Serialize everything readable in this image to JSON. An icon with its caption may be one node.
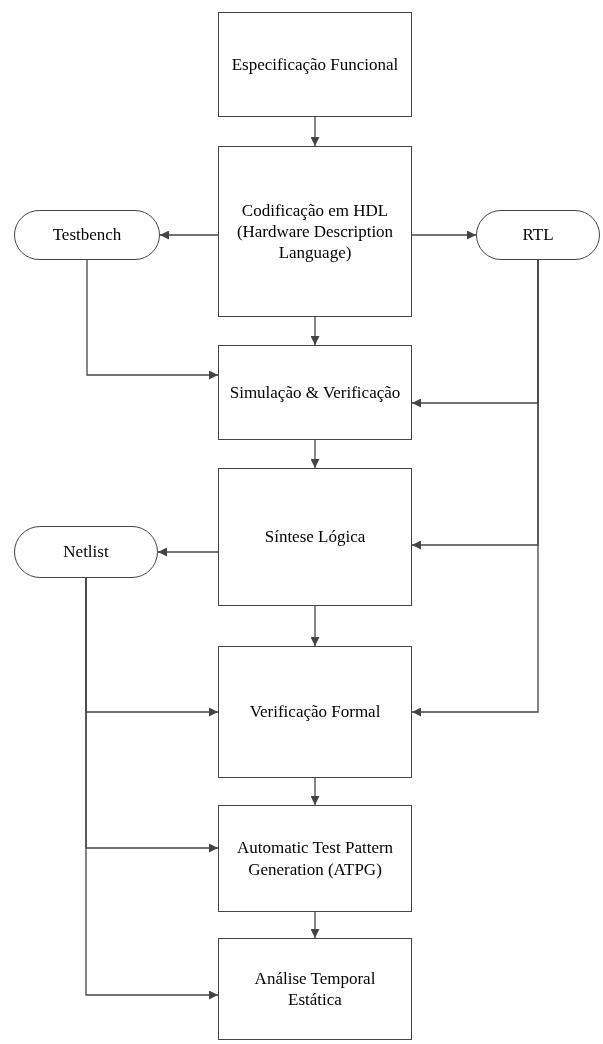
{
  "diagram": {
    "nodes": [
      {
        "text": [
          "Especificação Funcional"
        ]
      },
      {
        "text": [
          "Testbench"
        ]
      },
      {
        "text": [
          "Codificação em HDL (Hardware Description Language)"
        ]
      },
      {
        "text": [
          "RTL"
        ]
      },
      {
        "text": [
          "Simulação & Verificação"
        ]
      },
      {
        "text": [
          "Netlist"
        ]
      },
      {
        "text": [
          "Síntese Lógica"
        ]
      },
      {
        "text": [
          "Verificação Formal"
        ]
      },
      {
        "text": [
          "Automatic Test Pattern Generation (ATPG)"
        ]
      },
      {
        "text": [
          "Análise Temporal Estática"
        ]
      }
    ],
    "edges": [
      {
        "from": 0,
        "to": 2,
        "arrow": "to"
      },
      {
        "from": 2,
        "to": 1,
        "arrow": "to"
      },
      {
        "from": 2,
        "to": 3,
        "arrow": "to"
      },
      {
        "from": 2,
        "to": 4,
        "arrow": "to"
      },
      {
        "from": 1,
        "to": 4,
        "arrow": "to"
      },
      {
        "from": 3,
        "to": 4,
        "arrow": "to"
      },
      {
        "from": 3,
        "to": 6,
        "arrow": "to"
      },
      {
        "from": 3,
        "to": 7,
        "arrow": "to"
      },
      {
        "from": 4,
        "to": 6,
        "arrow": "to"
      },
      {
        "from": 6,
        "to": 5,
        "arrow": "to"
      },
      {
        "from": 6,
        "to": 7,
        "arrow": "to"
      },
      {
        "from": 5,
        "to": 7,
        "arrow": "to"
      },
      {
        "from": 7,
        "to": 8,
        "arrow": "to"
      },
      {
        "from": 5,
        "to": 8,
        "arrow": "to"
      },
      {
        "from": 8,
        "to": 9,
        "arrow": "to"
      },
      {
        "from": 5,
        "to": 9,
        "arrow": "to"
      }
    ]
  }
}
